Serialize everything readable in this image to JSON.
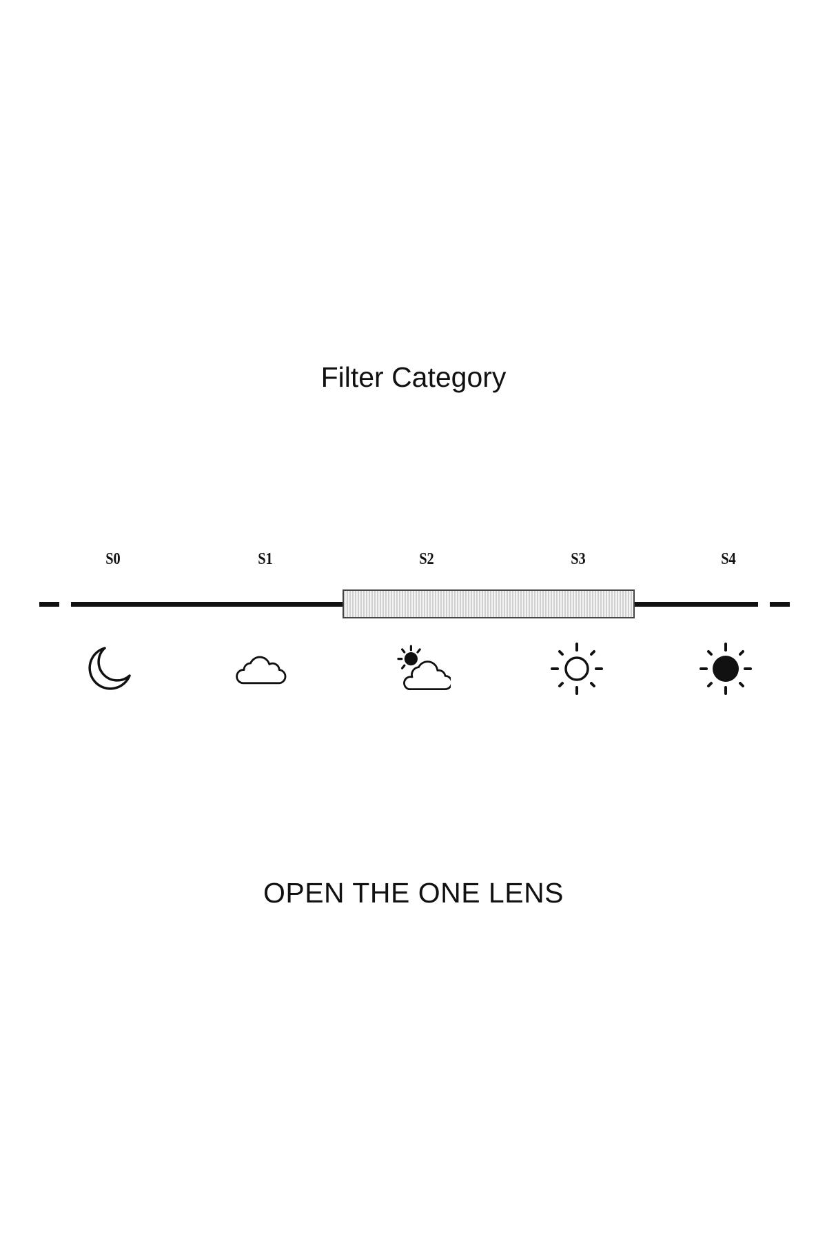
{
  "title": "Filter Category",
  "slider": {
    "stops": [
      {
        "label": "S0",
        "icon": "moon-icon"
      },
      {
        "label": "S1",
        "icon": "cloud-icon"
      },
      {
        "label": "S2",
        "icon": "partly-cloudy-icon"
      },
      {
        "label": "S3",
        "icon": "sun-outline-icon"
      },
      {
        "label": "S4",
        "icon": "sun-filled-icon"
      }
    ],
    "selected_range": [
      "S2",
      "S3"
    ]
  },
  "footer": "OPEN THE ONE LENS"
}
